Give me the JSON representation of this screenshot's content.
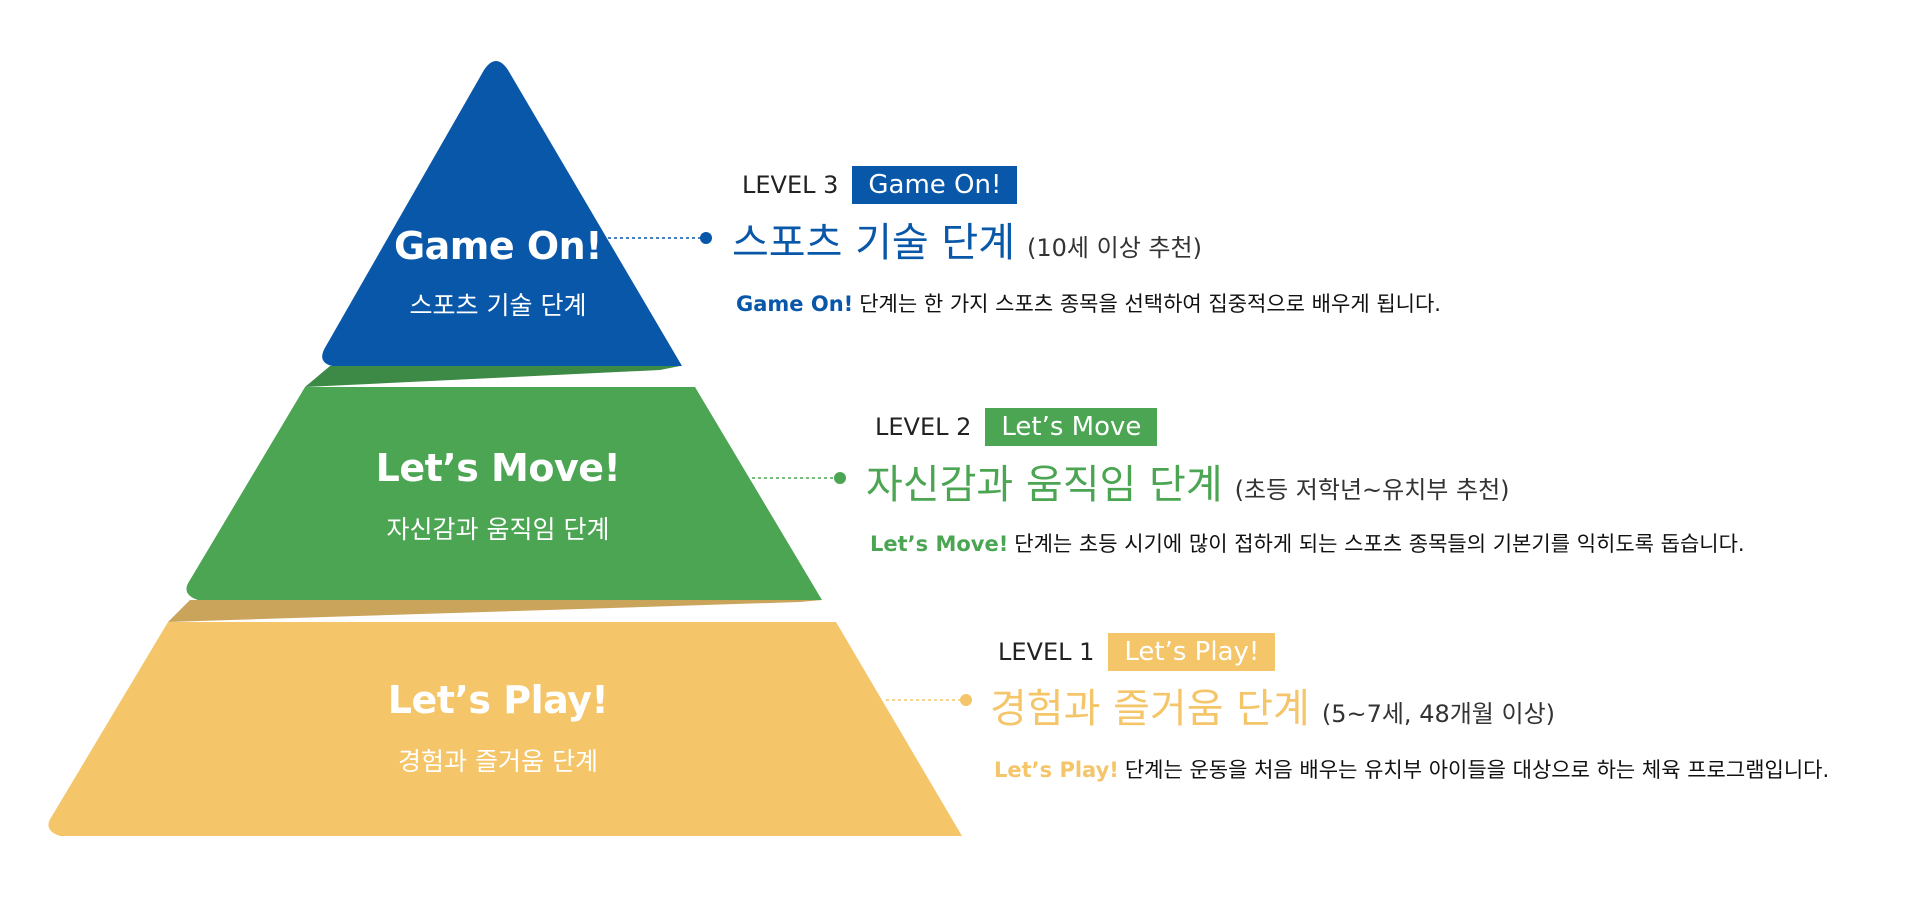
{
  "colors": {
    "level3": "#0857a8",
    "level2": "#4ca553",
    "level1": "#f4c569",
    "connector_green": "#3d8a46",
    "connector_gold": "#cba45c"
  },
  "levels": [
    {
      "pyramid_title": "Game On!",
      "pyramid_subtitle": "스포츠 기술 단계",
      "level_label": "LEVEL 3",
      "badge": "Game On!",
      "stage_name": "스포츠 기술 단계",
      "age": "(10세 이상 추천)",
      "desc_brand": "Game On!",
      "desc_text": "단계는 한 가지 스포츠 종목을 선택하여 집중적으로 배우게 됩니다."
    },
    {
      "pyramid_title": "Let’s Move!",
      "pyramid_subtitle": "자신감과 움직임 단계",
      "level_label": "LEVEL 2",
      "badge": "Let’s Move",
      "stage_name": "자신감과 움직임 단계",
      "age": "(초등 저학년~유치부 추천)",
      "desc_brand": "Let’s Move!",
      "desc_text": "단계는 초등 시기에 많이 접하게 되는 스포츠 종목들의 기본기를 익히도록 돕습니다."
    },
    {
      "pyramid_title": "Let’s Play!",
      "pyramid_subtitle": "경험과 즐거움 단계",
      "level_label": "LEVEL 1",
      "badge": "Let’s Play!",
      "stage_name": "경험과 즐거움 단계",
      "age": "(5~7세, 48개월 이상)",
      "desc_brand": "Let’s Play!",
      "desc_text": "단계는 운동을 처음 배우는 유치부 아이들을 대상으로 하는 체육 프로그램입니다."
    }
  ]
}
